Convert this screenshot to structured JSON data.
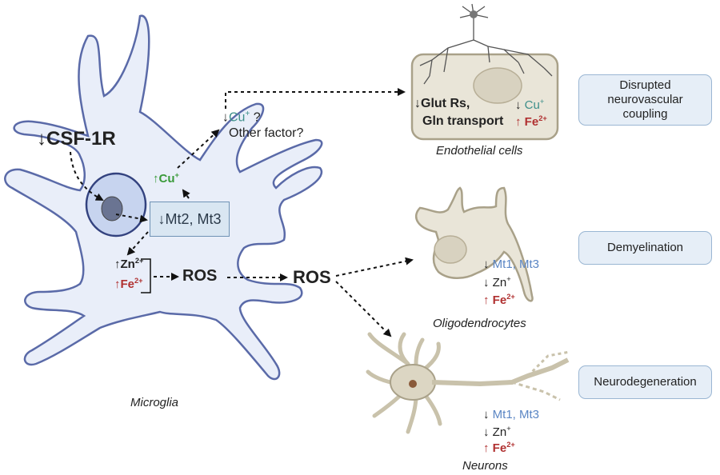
{
  "labels": {
    "microglia": "Microglia",
    "endothelial": "Endothelial cells",
    "oligodendrocytes": "Oligodendrocytes",
    "neurons": "Neurons"
  },
  "outcomes": {
    "disrupted": "Disrupted neurovascular coupling",
    "demyelination": "Demyelination",
    "neurodegeneration": "Neurodegeneration"
  },
  "microglia": {
    "csf1r": "CSF-1R",
    "mt23": "Mt2, Mt3",
    "cu": "Cu",
    "cu_charge": "+",
    "zn": "Zn",
    "zn_charge": "2+",
    "fe": "Fe",
    "fe_charge": "2+",
    "ros": "ROS"
  },
  "signal": {
    "cu": "Cu",
    "cu_charge": "+",
    "cu_q": " ?",
    "other": "Other factor?"
  },
  "ros_out": "ROS",
  "endothelial": {
    "glut": "Glut Rs,",
    "gln": "Gln transport",
    "cu": "Cu",
    "cu_charge": "+",
    "fe": "Fe",
    "fe_charge": "2+"
  },
  "oligo": {
    "mt": "Mt1, Mt3",
    "zn": "Zn",
    "zn_charge": "+",
    "fe": "Fe",
    "fe_charge": "2+"
  },
  "neuron": {
    "mt": "Mt1, Mt3",
    "zn": "Zn",
    "zn_charge": "+",
    "fe": "Fe",
    "fe_charge": "2+"
  },
  "arrows": {
    "down": "↓",
    "up": "↑"
  },
  "colors": {
    "microglia_fill": "#e9eef9",
    "microglia_stroke": "#5a6aa8",
    "cell_fill": "#e9e5d8",
    "cell_stroke": "#a9a189",
    "box_fill": "#e6eef7",
    "box_stroke": "#9ab6d3",
    "red": "#b03030",
    "blue": "#5b86c4",
    "green": "#3a9a3a"
  }
}
